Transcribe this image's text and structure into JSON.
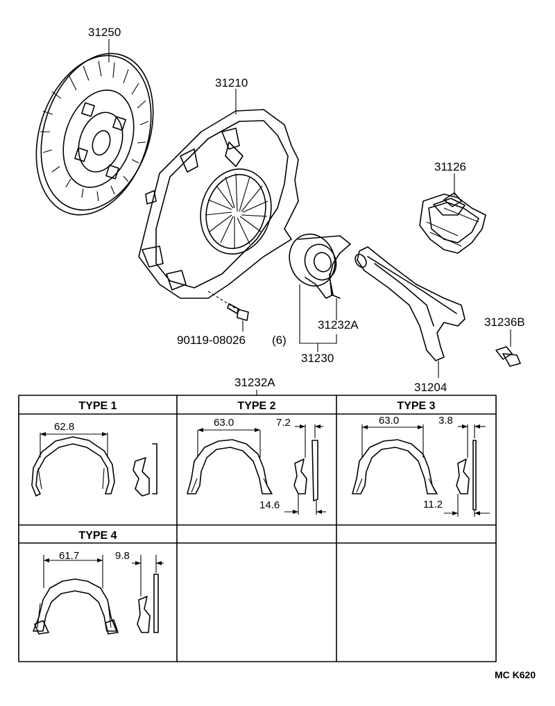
{
  "parts": {
    "clutch_disc": "31250",
    "clutch_cover": "31210",
    "boot": "31126",
    "bolt": "90119-08026",
    "bolt_qty": "(6)",
    "bearing_clip_top": "31232A",
    "bearing_assembly": "31230",
    "release_fork": "31204",
    "pivot": "31236B",
    "table_title": "31232A"
  },
  "types": {
    "type1": {
      "label": "TYPE 1",
      "width": "62.8"
    },
    "type2": {
      "label": "TYPE 2",
      "width": "63.0",
      "thickness": "7.2",
      "depth": "14.6"
    },
    "type3": {
      "label": "TYPE 3",
      "width": "63.0",
      "thickness": "3.8",
      "depth": "11.2"
    },
    "type4": {
      "label": "TYPE 4",
      "width": "61.7",
      "thickness": "9.8"
    }
  },
  "drawing_code": "MC K620"
}
